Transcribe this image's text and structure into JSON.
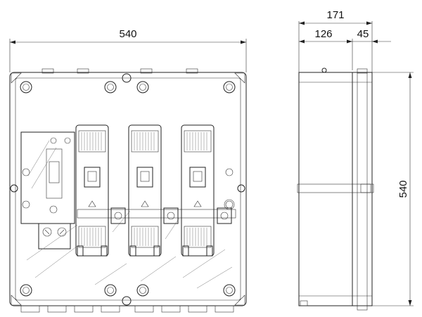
{
  "dimensions": {
    "front_width": "540",
    "side_depth_total": "171",
    "side_depth_body": "126",
    "side_depth_lid": "45",
    "side_height": "540"
  }
}
